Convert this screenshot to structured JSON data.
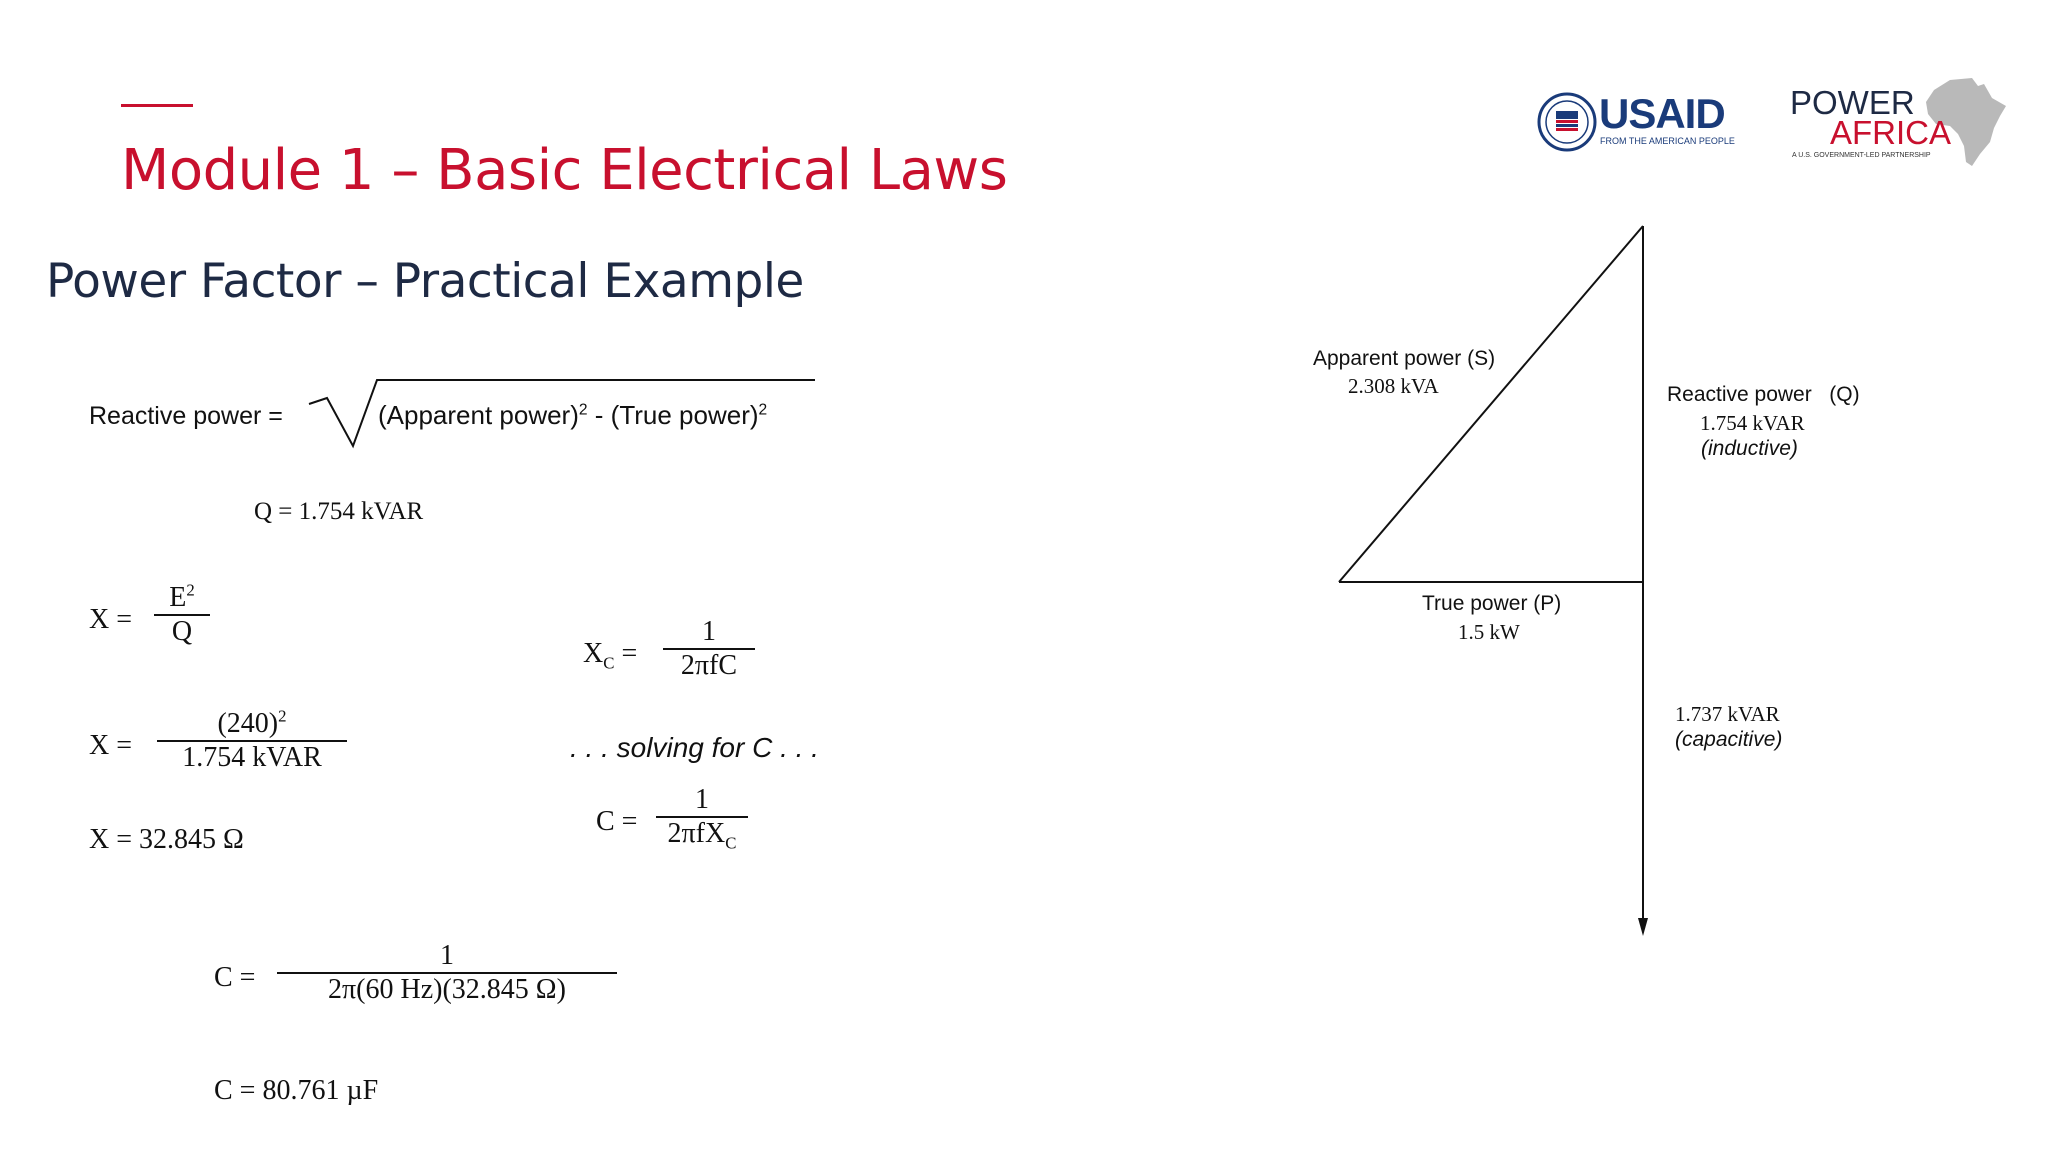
{
  "header": {
    "module_title": "Module 1 – Basic Electrical Laws",
    "subtitle": "Power Factor – Practical Example"
  },
  "logos": {
    "usaid_text": "USAID",
    "usaid_tagline": "FROM THE AMERICAN PEOPLE",
    "power_text": "POWER",
    "africa_text": "AFRICA",
    "powerafrica_tagline": "A U.S. GOVERNMENT-LED PARTNERSHIP",
    "usaid_color": "#1a3b7a",
    "brand_red": "#c8102e"
  },
  "equations": {
    "reactive_label": "Reactive power =",
    "radicand_apparent": "(Apparent power)",
    "radicand_minus": " - (True power)",
    "exponent": "2",
    "q_result": "Q = 1.754 kVAR",
    "x_eq": "X =",
    "x_num": "E",
    "x_den": "Q",
    "x2_num": "(240)",
    "x2_den": "1.754 kVAR",
    "x_result": "X = 32.845 Ω",
    "xc_lhs": "X",
    "xc_sub": "C",
    "xc_equals": "=",
    "xc_num": "1",
    "xc_den": "2πfC",
    "solving": ". . . solving for C . . .",
    "c_eq": "C =",
    "c1_num": "1",
    "c1_den": "2πfX",
    "c1_den_sub": "C",
    "c2_num": "1",
    "c2_den": "2π(60 Hz)(32.845 Ω)",
    "c_result": "C = 80.761 µF"
  },
  "diagram": {
    "apparent_label": "Apparent power  (S)",
    "apparent_value": "2.308 kVA",
    "reactive_label": "Reactive power   (Q)",
    "reactive_value": "1.754 kVAR",
    "reactive_type": "(inductive)",
    "true_label": "True power (P)",
    "true_value": "1.5 kW",
    "capacitive_value": "1.737 kVAR",
    "capacitive_type": "(capacitive)"
  }
}
